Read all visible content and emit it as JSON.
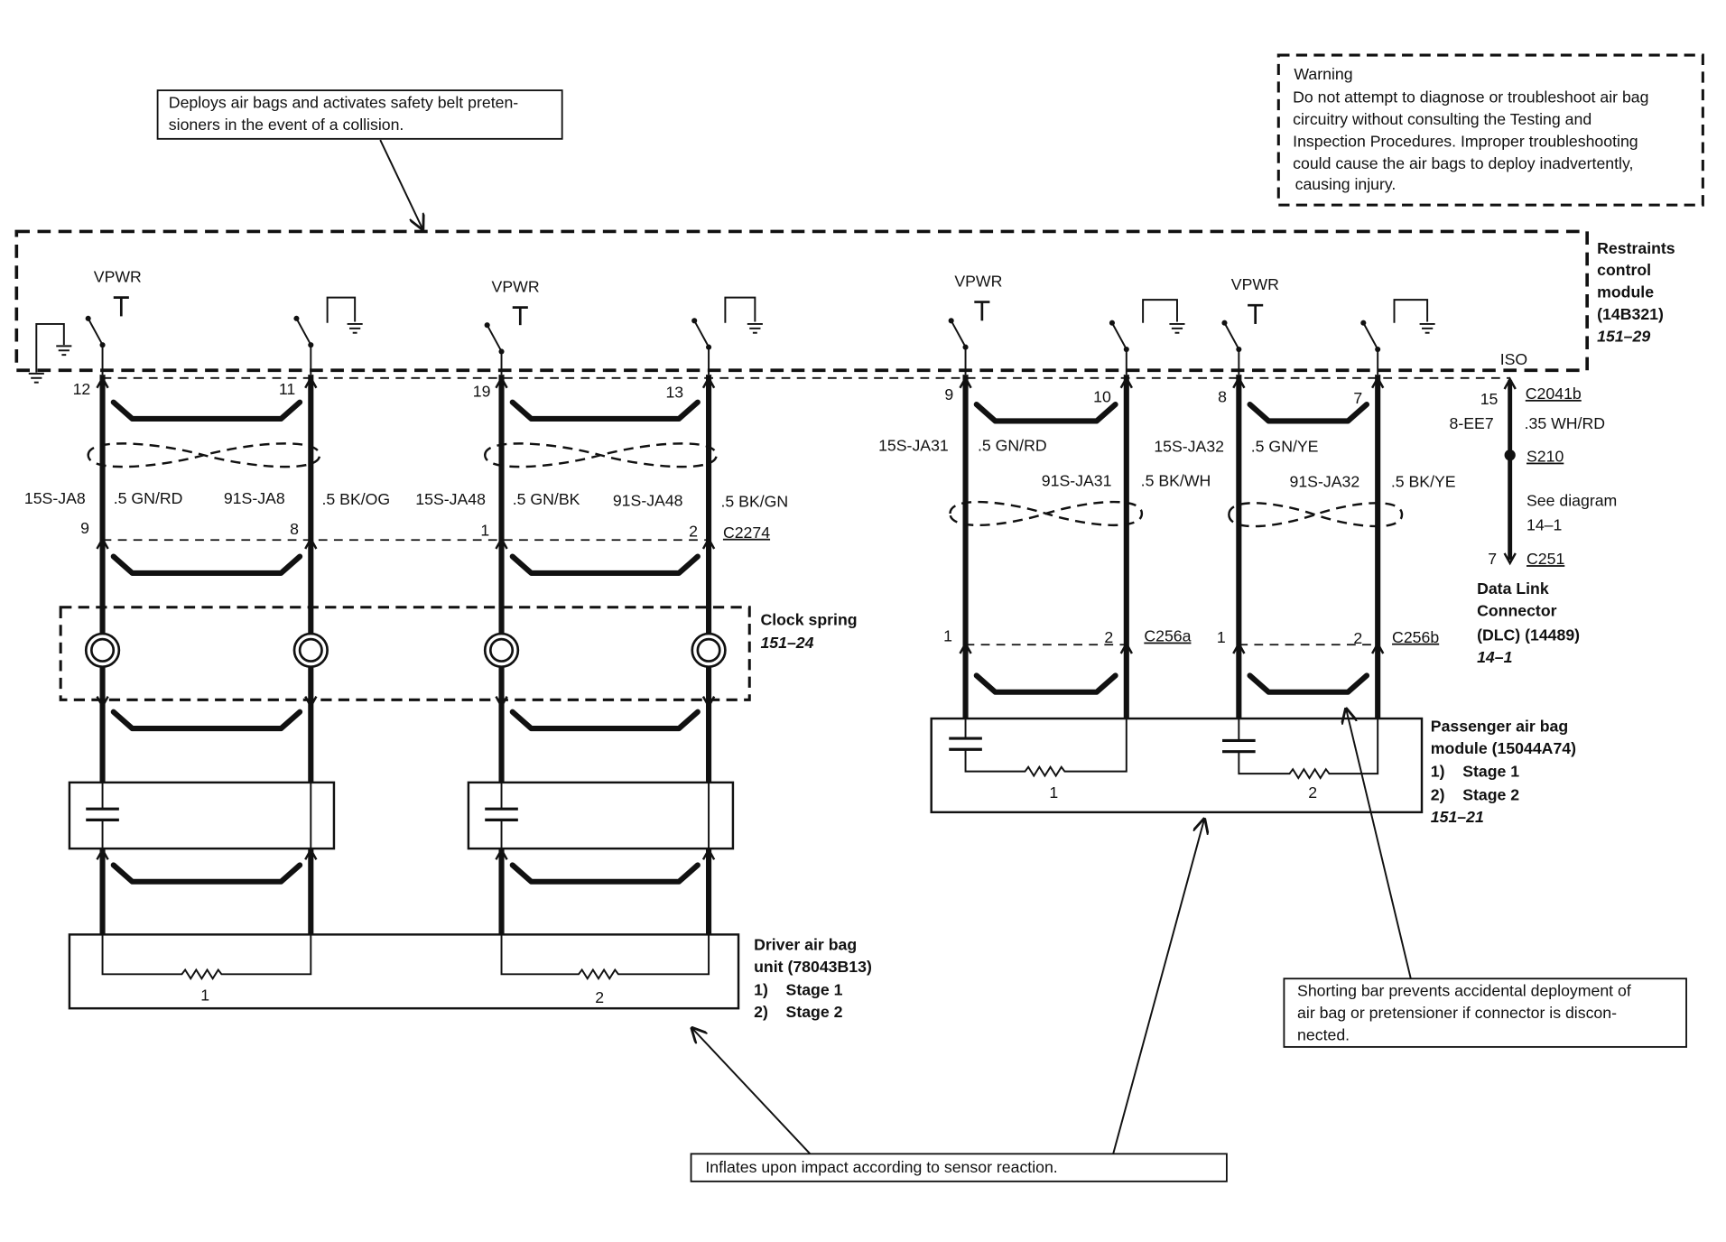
{
  "colors": {
    "ink": "#111111",
    "paper": "#ffffff"
  },
  "callouts": {
    "deploy": [
      "Deploys air bags and activates safety belt preten-",
      "sioners in the event of a collision."
    ],
    "warning": {
      "title": "Warning",
      "lines": [
        "Do not attempt to diagnose or troubleshoot air bag",
        "circuitry without consulting the Testing and",
        "Inspection Procedures. Improper troubleshooting",
        "could cause the air bags to deploy inadvertently,",
        "causing injury."
      ]
    },
    "shorting_bar": [
      "Shorting bar prevents accidental deployment of",
      "air bag or pretensioner if connector is discon-",
      "nected."
    ],
    "inflates": "Inflates upon impact according to sensor reaction."
  },
  "rcm": {
    "label": [
      "Restraints",
      "control",
      "module",
      "(14B321)"
    ],
    "ref": "151–29",
    "power": [
      "VPWR",
      "VPWR",
      "VPWR",
      "VPWR"
    ],
    "pins": [
      "12",
      "11",
      "19",
      "13",
      "9",
      "10",
      "8",
      "7"
    ]
  },
  "driver": {
    "wires": [
      {
        "circuit": "15S-JA8",
        "spec": ".5 GN/RD"
      },
      {
        "circuit": "91S-JA8",
        "spec": ".5 BK/OG"
      },
      {
        "circuit": "15S-JA48",
        "spec": ".5 GN/BK"
      },
      {
        "circuit": "91S-JA48",
        "spec": ".5 BK/GN"
      }
    ],
    "connector": {
      "name": "C2274",
      "pins": [
        "9",
        "8",
        "1",
        "2"
      ]
    },
    "clock_spring": {
      "name": "Clock spring",
      "ref": "151–24"
    },
    "unit": {
      "label": [
        "Driver air bag",
        "unit (78043B13)"
      ],
      "stages": [
        {
          "num": "1)",
          "name": "Stage 1"
        },
        {
          "num": "2)",
          "name": "Stage 2"
        }
      ],
      "resistors": [
        "1",
        "2"
      ]
    }
  },
  "passenger": {
    "wires": [
      {
        "circuit": "15S-JA31",
        "spec": ".5 GN/RD"
      },
      {
        "circuit": "91S-JA31",
        "spec": ".5 BK/WH"
      },
      {
        "circuit": "15S-JA32",
        "spec": ".5 GN/YE"
      },
      {
        "circuit": "91S-JA32",
        "spec": ".5 BK/YE"
      }
    ],
    "connectors": [
      {
        "name": "C256a",
        "pins": [
          "1",
          "2"
        ]
      },
      {
        "name": "C256b",
        "pins": [
          "1",
          "2"
        ]
      }
    ],
    "module": {
      "label": [
        "Passenger air bag",
        "module (15044A74)"
      ],
      "stages": [
        {
          "num": "1)",
          "name": "Stage 1"
        },
        {
          "num": "2)",
          "name": "Stage 2"
        }
      ],
      "ref": "151–21",
      "resistors": [
        "1",
        "2"
      ]
    }
  },
  "data_link": {
    "iso": "ISO",
    "pin_rcm": "15",
    "connector_rcm": "C2041b",
    "circuit": "8-EE7",
    "spec": ".35 WH/RD",
    "splice": "S210",
    "see_diagram": [
      "See diagram",
      "14–1"
    ],
    "pin_dlc": "7",
    "connector_dlc": "C251",
    "label": [
      "Data Link",
      "Connector",
      "(DLC) (14489)"
    ],
    "ref": "14–1"
  }
}
